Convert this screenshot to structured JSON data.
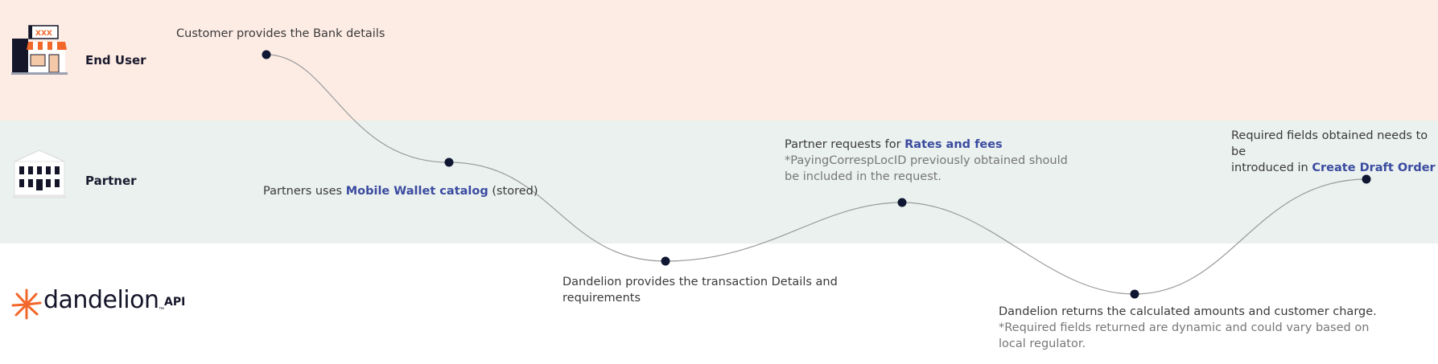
{
  "lanes": {
    "end_user": "End User",
    "partner": "Partner"
  },
  "brand": {
    "name": "dandelion",
    "tm": "™",
    "api": "API"
  },
  "steps": {
    "s1": {
      "text": "Customer provides the Bank details"
    },
    "s2": {
      "pre": "Partners uses ",
      "link": "Mobile Wallet catalog",
      "post": " (stored)"
    },
    "s3": {
      "line1": "Dandelion provides the transaction Details and",
      "line2": "requirements"
    },
    "s4": {
      "pre": "Partner requests for ",
      "link": "Rates and fees",
      "sub1": "*PayingCorrespLocID previously obtained should",
      "sub2": "be included in the request."
    },
    "s5": {
      "line1": "Dandelion returns the calculated amounts and customer charge.",
      "sub1": "*Required fields returned are dynamic and could vary based on",
      "sub2": "local regulator."
    },
    "s6": {
      "line1": "Required fields obtained needs to be",
      "pre2": "introduced in ",
      "link": "Create Draft Order"
    }
  },
  "colors": {
    "end_user_lane": "#fdece4",
    "partner_lane": "#eaf1ef",
    "link": "#3b4ba0",
    "node": "#0f1733",
    "brand_orange": "#f2672a"
  },
  "icons": {
    "end_user": "storefront-icon",
    "partner": "bank-building-icon",
    "brand": "dandelion-burst-icon"
  }
}
